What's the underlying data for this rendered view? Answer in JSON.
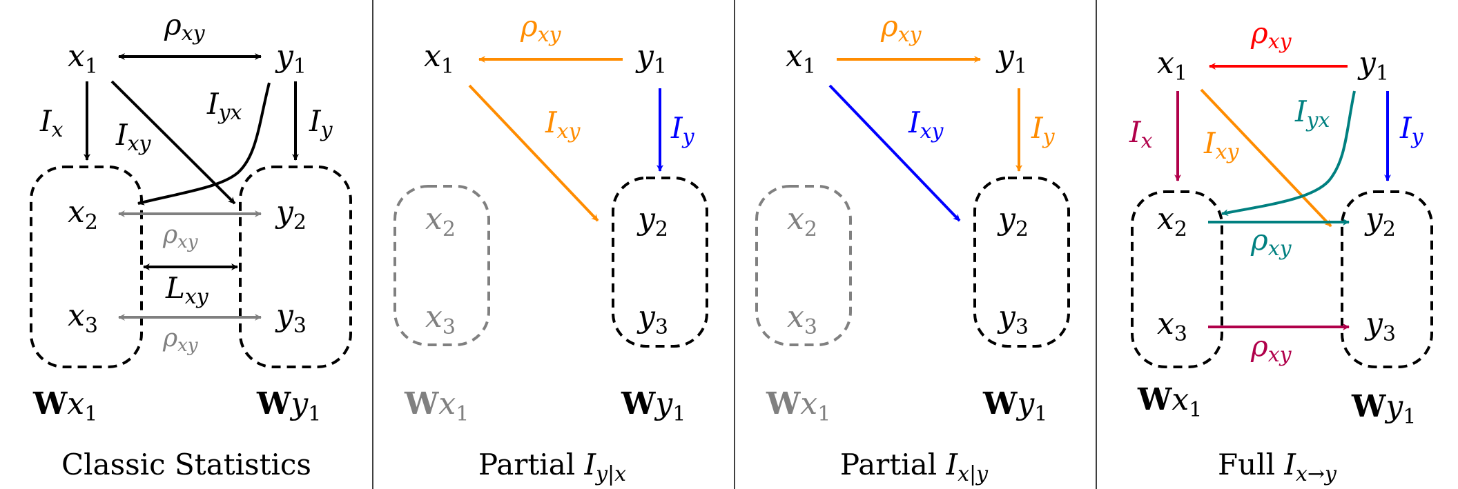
{
  "colors": {
    "black": "#000000",
    "gray": "#808080",
    "orange": "#ff8c00",
    "blue": "#0000ff",
    "red": "#ff0000",
    "teal": "#008080",
    "crimson": "#b0004a"
  },
  "panels": [
    {
      "caption": "Classic Statistics",
      "caption_sub": "",
      "nodes": {
        "x1": "x",
        "y1": "y",
        "x2": "x",
        "y2": "y",
        "x3": "x",
        "y3": "y"
      },
      "node_subs": {
        "x1": "1",
        "y1": "1",
        "x2": "2",
        "y2": "2",
        "x3": "3",
        "y3": "3"
      },
      "window_x": {
        "bold": "W",
        "var": "x",
        "sub": "1"
      },
      "window_y": {
        "bold": "W",
        "var": "y",
        "sub": "1"
      },
      "edge_labels": {
        "rho_top": {
          "main": "ρ",
          "sub": "xy"
        },
        "ix": {
          "main": "I",
          "sub": "x"
        },
        "ixy": {
          "main": "I",
          "sub": "xy"
        },
        "iyx": {
          "main": "I",
          "sub": "yx"
        },
        "iy": {
          "main": "I",
          "sub": "y"
        },
        "rho_mid": {
          "main": "ρ",
          "sub": "xy"
        },
        "lxy": {
          "main": "L",
          "sub": "xy"
        },
        "rho_bot": {
          "main": "ρ",
          "sub": "xy"
        }
      }
    },
    {
      "caption": "Partial ",
      "caption_math": {
        "main": "I",
        "sub": "y|x"
      },
      "nodes": {
        "x1": "x",
        "y1": "y",
        "x2": "x",
        "y2": "y",
        "x3": "x",
        "y3": "y"
      },
      "node_subs": {
        "x1": "1",
        "y1": "1",
        "x2": "2",
        "y2": "2",
        "x3": "3",
        "y3": "3"
      },
      "window_x": {
        "bold": "W",
        "var": "x",
        "sub": "1"
      },
      "window_y": {
        "bold": "W",
        "var": "y",
        "sub": "1"
      },
      "edge_labels": {
        "rho_top": {
          "main": "ρ",
          "sub": "xy"
        },
        "ixy": {
          "main": "I",
          "sub": "xy"
        },
        "iy": {
          "main": "I",
          "sub": "y"
        }
      }
    },
    {
      "caption": "Partial ",
      "caption_math": {
        "main": "I",
        "sub": "x|y"
      },
      "nodes": {
        "x1": "x",
        "y1": "y",
        "x2": "x",
        "y2": "y",
        "x3": "x",
        "y3": "y"
      },
      "node_subs": {
        "x1": "1",
        "y1": "1",
        "x2": "2",
        "y2": "2",
        "x3": "3",
        "y3": "3"
      },
      "window_x": {
        "bold": "W",
        "var": "x",
        "sub": "1"
      },
      "window_y": {
        "bold": "W",
        "var": "y",
        "sub": "1"
      },
      "edge_labels": {
        "rho_top": {
          "main": "ρ",
          "sub": "xy"
        },
        "ixy": {
          "main": "I",
          "sub": "xy"
        },
        "iy": {
          "main": "I",
          "sub": "y"
        }
      }
    },
    {
      "caption": "Full ",
      "caption_math": {
        "main": "I",
        "sub": "x→y"
      },
      "nodes": {
        "x1": "x",
        "y1": "y",
        "x2": "x",
        "y2": "y",
        "x3": "x",
        "y3": "y"
      },
      "node_subs": {
        "x1": "1",
        "y1": "1",
        "x2": "2",
        "y2": "2",
        "x3": "3",
        "y3": "3"
      },
      "window_x": {
        "bold": "W",
        "var": "x",
        "sub": "1"
      },
      "window_y": {
        "bold": "W",
        "var": "y",
        "sub": "1"
      },
      "edge_labels": {
        "rho_top": {
          "main": "ρ",
          "sub": "xy"
        },
        "ix": {
          "main": "I",
          "sub": "x"
        },
        "ixy": {
          "main": "I",
          "sub": "xy"
        },
        "iyx": {
          "main": "I",
          "sub": "yx"
        },
        "iy": {
          "main": "I",
          "sub": "y"
        },
        "rho_mid": {
          "main": "ρ",
          "sub": "xy"
        },
        "rho_bot": {
          "main": "ρ",
          "sub": "xy"
        }
      }
    }
  ]
}
